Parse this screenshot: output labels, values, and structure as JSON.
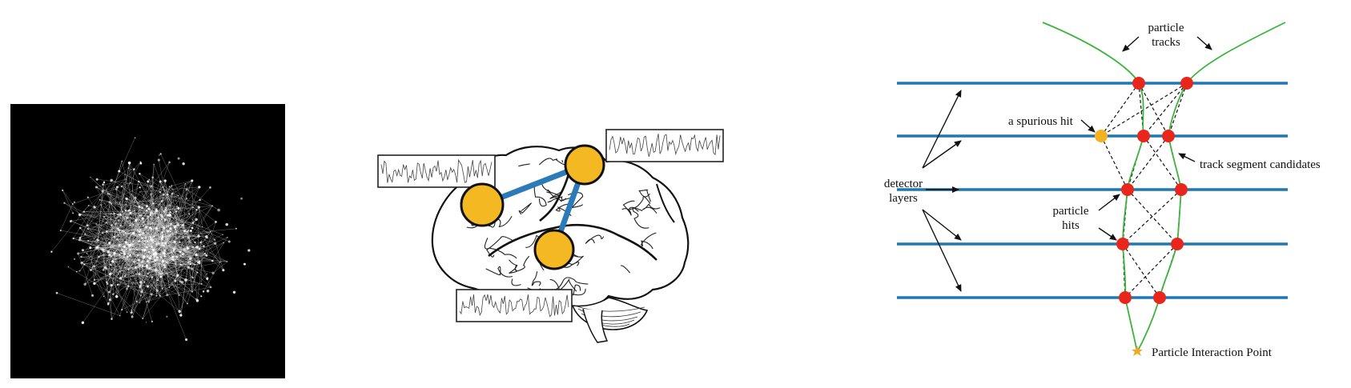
{
  "panels": {
    "network": {
      "description_name": "network-image"
    },
    "brain": {
      "region_count": 3,
      "signal_boxes": 3
    },
    "tracks": {
      "labels": {
        "particle_tracks": [
          "particle",
          "tracks"
        ],
        "spurious_hit": "a spurious hit",
        "track_segment_candidates": "track segment candidates",
        "detector_layers": [
          "detector",
          "layers"
        ],
        "particle_hits": [
          "particle",
          "hits"
        ],
        "interaction_point": "Particle Interaction Point"
      }
    }
  },
  "colors": {
    "layer": "#1f77b4",
    "track": "#3cb43c",
    "hit": "#e8261c",
    "spurious": "#f5b324",
    "node": "#f4b822",
    "edge": "#2b7bb9",
    "star": "#f5a623"
  }
}
